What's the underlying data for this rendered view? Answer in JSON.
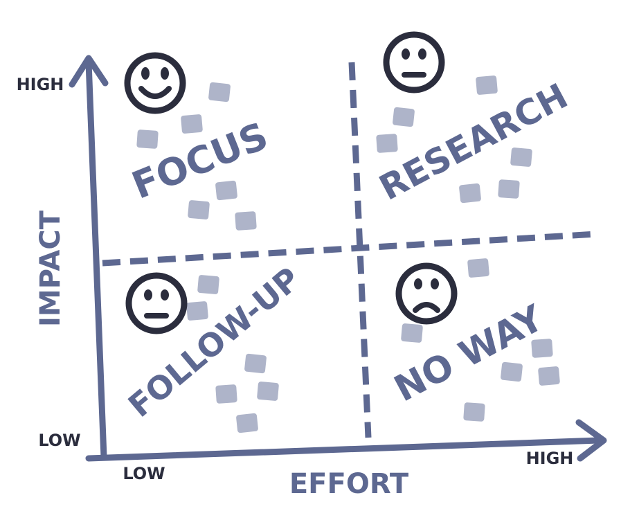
{
  "axes": {
    "y_title": "IMPACT",
    "x_title": "EFFORT",
    "y_high": "HIGH",
    "y_low": "LOW",
    "x_low": "LOW",
    "x_high": "HIGH"
  },
  "quadrants": [
    {
      "id": "top-left",
      "label": "FOCUS",
      "face": "happy-face"
    },
    {
      "id": "top-right",
      "label": "RESEARCH",
      "face": "neutral-face"
    },
    {
      "id": "bottom-left",
      "label": "FOLLOW-UP",
      "face": "neutral-face"
    },
    {
      "id": "bottom-right",
      "label": "NO WAY",
      "face": "sad-face"
    }
  ],
  "colors": {
    "axis": "#5d6891",
    "ink": "#2b2d3d",
    "sticky_note": "#aeb4c9",
    "background": "#ffffff"
  }
}
